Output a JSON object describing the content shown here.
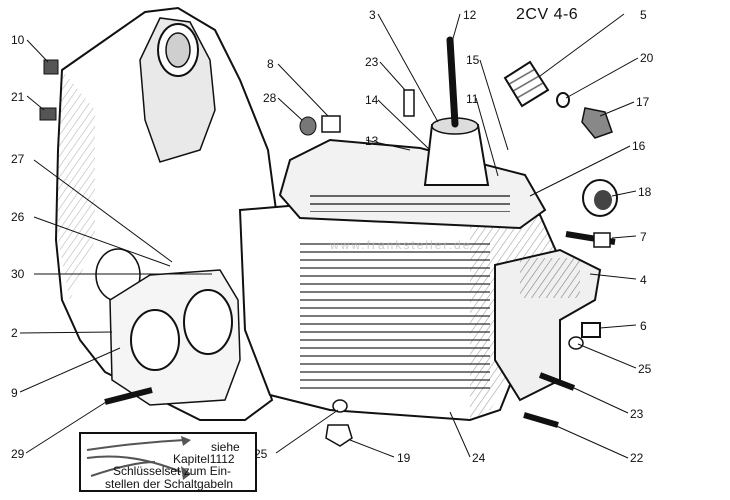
{
  "title": "2CV 4-6",
  "callouts": [
    "10",
    "21",
    "27",
    "26",
    "30",
    "2",
    "9",
    "29",
    "8",
    "28",
    "23",
    "3",
    "12",
    "14",
    "13",
    "15",
    "11",
    "5",
    "20",
    "17",
    "16",
    "18",
    "7",
    "4",
    "6",
    "25",
    "23",
    "22",
    "24",
    "19",
    "25"
  ],
  "note": {
    "line1": "siehe",
    "line2": "Kapitel1112",
    "line3": "Schlüsselset zum Ein-",
    "line4": "stellen der Schaltgabeln"
  },
  "watermark": "www.franksteller.de",
  "colors": {
    "ink": "#111111",
    "paper": "#ffffff",
    "shade": "#6a6a6a"
  }
}
